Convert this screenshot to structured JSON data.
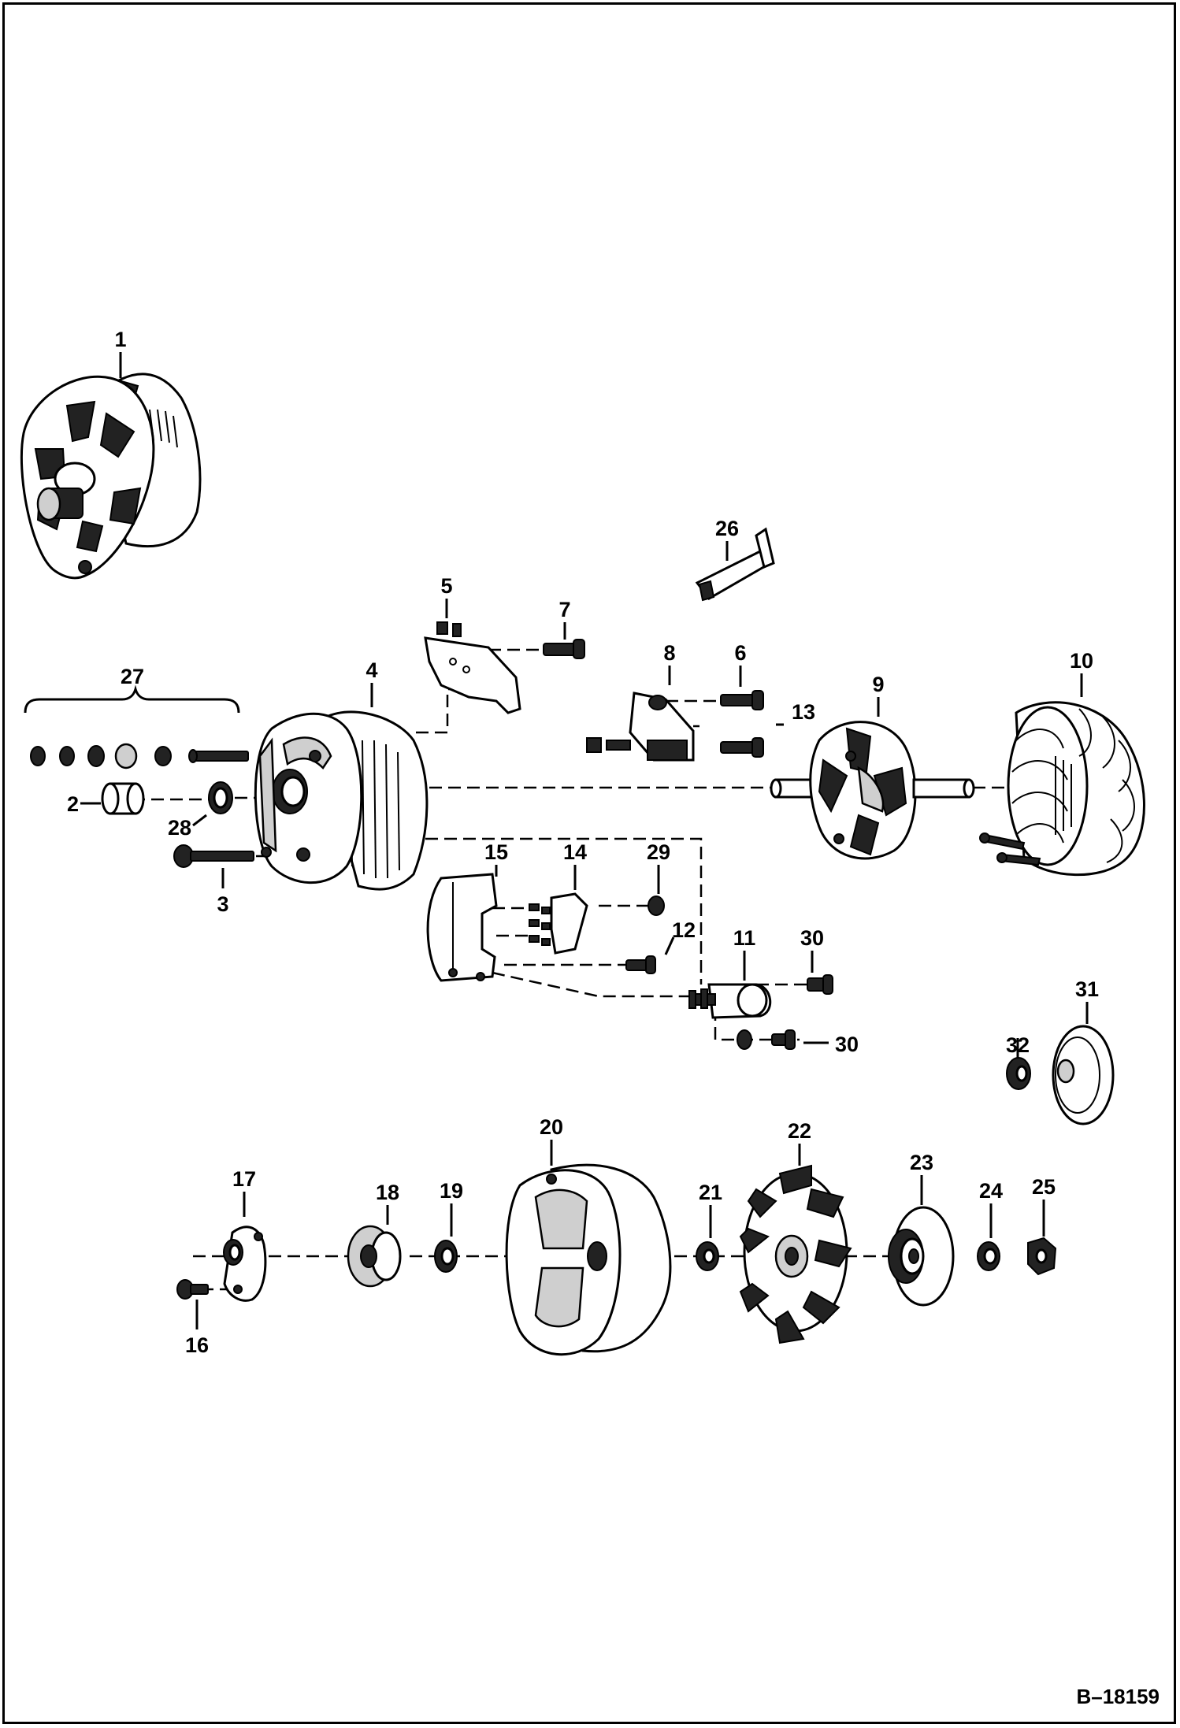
{
  "drawing_reference": "B–18159",
  "parts": [
    {
      "id": "part-1",
      "label": "1"
    },
    {
      "id": "part-2",
      "label": "2"
    },
    {
      "id": "part-3",
      "label": "3"
    },
    {
      "id": "part-4",
      "label": "4"
    },
    {
      "id": "part-5",
      "label": "5"
    },
    {
      "id": "part-6",
      "label": "6"
    },
    {
      "id": "part-7",
      "label": "7"
    },
    {
      "id": "part-8",
      "label": "8"
    },
    {
      "id": "part-9",
      "label": "9"
    },
    {
      "id": "part-10",
      "label": "10"
    },
    {
      "id": "part-11",
      "label": "11"
    },
    {
      "id": "part-12",
      "label": "12"
    },
    {
      "id": "part-13",
      "label": "13"
    },
    {
      "id": "part-14",
      "label": "14"
    },
    {
      "id": "part-15",
      "label": "15"
    },
    {
      "id": "part-16",
      "label": "16"
    },
    {
      "id": "part-17",
      "label": "17"
    },
    {
      "id": "part-18",
      "label": "18"
    },
    {
      "id": "part-19",
      "label": "19"
    },
    {
      "id": "part-20",
      "label": "20"
    },
    {
      "id": "part-21",
      "label": "21"
    },
    {
      "id": "part-22",
      "label": "22"
    },
    {
      "id": "part-23",
      "label": "23"
    },
    {
      "id": "part-24",
      "label": "24"
    },
    {
      "id": "part-25",
      "label": "25"
    },
    {
      "id": "part-26",
      "label": "26"
    },
    {
      "id": "part-27",
      "label": "27"
    },
    {
      "id": "part-28",
      "label": "28"
    },
    {
      "id": "part-29",
      "label": "29"
    },
    {
      "id": "part-30a",
      "label": "30"
    },
    {
      "id": "part-30b",
      "label": "30"
    },
    {
      "id": "part-31",
      "label": "31"
    },
    {
      "id": "part-32",
      "label": "32"
    }
  ]
}
